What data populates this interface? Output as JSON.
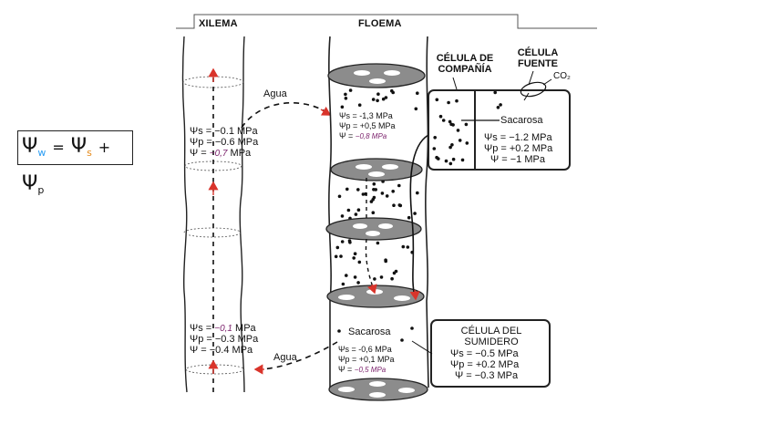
{
  "headers": {
    "xylem": "XILEMA",
    "phloem": "FLOEMA"
  },
  "equation": {
    "psi": "Ψ",
    "sub_w": "w",
    "sub_s": "s",
    "sub_p": "p",
    "equals": "=",
    "plus": "+",
    "colors": {
      "w": "#2a9df4",
      "s": "#e58a1a",
      "p": "#222222"
    }
  },
  "water_labels": {
    "top": "Agua",
    "bottom": "Agua"
  },
  "xylem_upper": {
    "s": "Ψs = −0.1 MPa",
    "p": "Ψp = −0.6 MPa",
    "w_prefix": "Ψ = ",
    "w_value": "−0,7",
    "w_unit": " MPa"
  },
  "xylem_lower": {
    "s_prefix": "Ψs = ",
    "s_value": "−0,1",
    "s_unit": " MPa",
    "p": "Ψp = −0.3 MPa",
    "w": "Ψ = −0.4 MPa"
  },
  "phloem_upper": {
    "s": "Ψs =  -1,3 MPa",
    "p": "Ψp =  +0,5 MPa",
    "w_prefix": "Ψ =  ",
    "w_value": "−0,8 MPa"
  },
  "phloem_lower": {
    "s": "Ψs =   -0,6 MPa",
    "p": "Ψp =   +0,1 MPa",
    "w_prefix": "Ψ =   ",
    "w_value": "−0,5 MPa"
  },
  "companion_cell": {
    "line1": "CÉLULA DE",
    "line2": "COMPAÑÍA"
  },
  "source_cell": {
    "line1": "CÉLULA",
    "line2": "FUENTE",
    "co2": "CO₂",
    "sucrose": "Sacarosa",
    "s": "Ψs = −1.2 MPa",
    "p": "Ψp = +0.2 MPa",
    "w": "Ψ = −1 MPa"
  },
  "phloem_sucrose": "Sacarosa",
  "sink_cell": {
    "line1": "CÉLULA DEL",
    "line2": "SUMIDERO",
    "s": "Ψs = −0.5 MPa",
    "p": "Ψp = +0.2 MPa",
    "w": "Ψ = −0.3 MPa"
  },
  "colors": {
    "arrow_red": "#d9342b",
    "ink": "#111111",
    "plate": "#8c8c8c",
    "handwriting": "#7a1f6a"
  }
}
